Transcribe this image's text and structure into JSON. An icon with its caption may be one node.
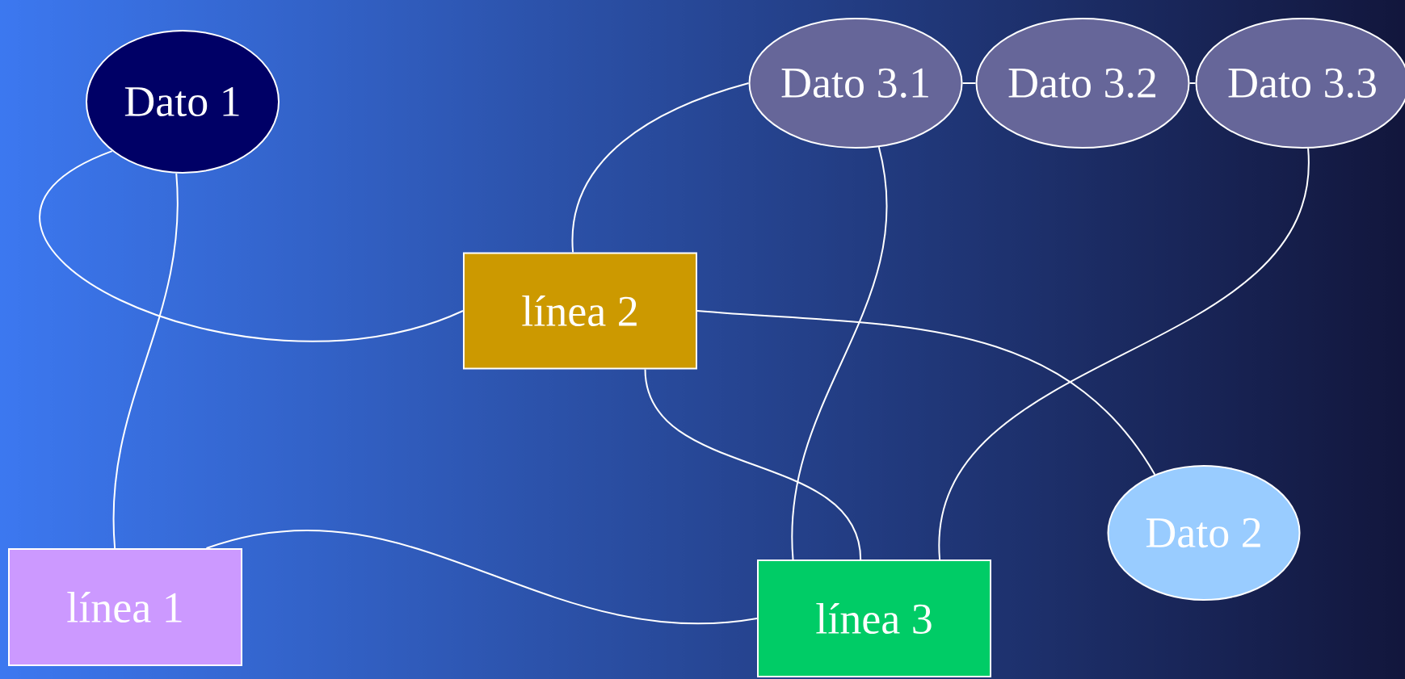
{
  "diagram": {
    "nodes": [
      {
        "text": [
          "Dato 1"
        ]
      },
      {
        "text": [
          "Dato 3.1"
        ]
      },
      {
        "text": [
          "Dato 3.2"
        ]
      },
      {
        "text": [
          "Dato 3.3"
        ]
      },
      {
        "text": [
          "línea 2"
        ]
      },
      {
        "text": [
          "Dato 2"
        ]
      },
      {
        "text": [
          "línea 1"
        ]
      },
      {
        "text": [
          "línea 3"
        ]
      }
    ],
    "edges": [
      {
        "from": 0,
        "to": 6,
        "arrow": "none"
      },
      {
        "from": 0,
        "to": 4,
        "arrow": "none"
      },
      {
        "from": 4,
        "to": 1,
        "arrow": "none"
      },
      {
        "from": 1,
        "to": 2,
        "arrow": "none"
      },
      {
        "from": 2,
        "to": 3,
        "arrow": "none"
      },
      {
        "from": 1,
        "to": 7,
        "arrow": "none"
      },
      {
        "from": 3,
        "to": 7,
        "arrow": "none"
      },
      {
        "from": 4,
        "to": 5,
        "arrow": "none"
      },
      {
        "from": 4,
        "to": 7,
        "arrow": "none"
      },
      {
        "from": 6,
        "to": 7,
        "arrow": "none"
      }
    ]
  }
}
